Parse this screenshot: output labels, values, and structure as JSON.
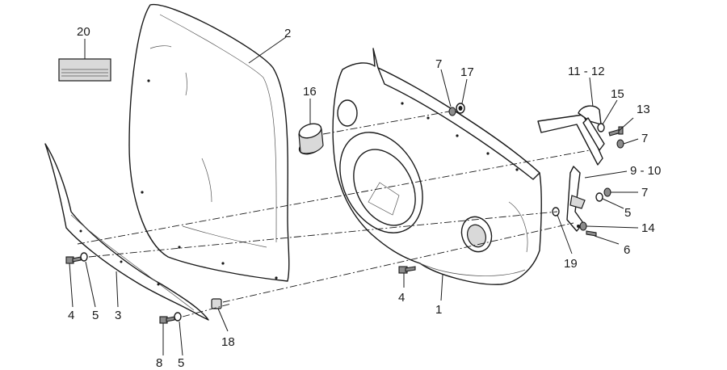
{
  "callouts": {
    "c1": "1",
    "c2": "2",
    "c3": "3",
    "c4a": "4",
    "c4b": "4",
    "c5a": "5",
    "c5b": "5",
    "c5c": "5",
    "c6": "6",
    "c7a": "7",
    "c7b": "7",
    "c7c": "7",
    "c8": "8",
    "c9_10": "9 - 10",
    "c11_12": "11 - 12",
    "c13": "13",
    "c14": "14",
    "c15": "15",
    "c16": "16",
    "c17": "17",
    "c18": "18",
    "c19": "19",
    "c20": "20"
  }
}
